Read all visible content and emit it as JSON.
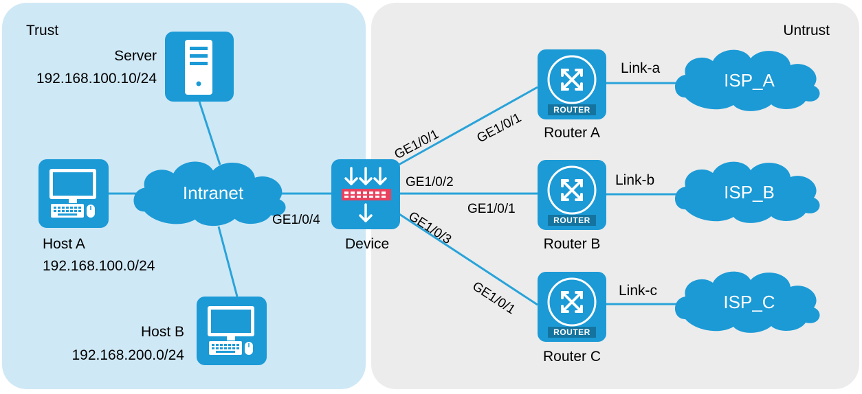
{
  "zones": {
    "trust": "Trust",
    "untrust": "Untrust"
  },
  "nodes": {
    "server": {
      "name": "Server",
      "address": "192.168.100.10/24",
      "icon": "server-icon"
    },
    "host_a": {
      "name": "Host A",
      "address": "192.168.100.0/24",
      "icon": "pc-icon"
    },
    "host_b": {
      "name": "Host B",
      "address": "192.168.200.0/24",
      "icon": "pc-icon"
    },
    "intranet": {
      "name": "Intranet",
      "icon": "cloud-icon"
    },
    "device": {
      "name": "Device",
      "icon": "firewall-icon"
    },
    "router_a": {
      "name": "Router A",
      "tag": "ROUTER",
      "icon": "router-icon"
    },
    "router_b": {
      "name": "Router B",
      "tag": "ROUTER",
      "icon": "router-icon"
    },
    "router_c": {
      "name": "Router C",
      "tag": "ROUTER",
      "icon": "router-icon"
    },
    "isp_a": {
      "name": "ISP_A",
      "icon": "cloud-icon"
    },
    "isp_b": {
      "name": "ISP_B",
      "icon": "cloud-icon"
    },
    "isp_c": {
      "name": "ISP_C",
      "icon": "cloud-icon"
    }
  },
  "links": {
    "device_intranet": "GE1/0/4",
    "device_ra": "GE1/0/1",
    "ra_device": "GE1/0/1",
    "device_rb": "GE1/0/2",
    "rb_device": "GE1/0/1",
    "device_rc": "GE1/0/3",
    "rc_device": "GE1/0/1",
    "link_a": "Link-a",
    "link_b": "Link-b",
    "link_c": "Link-c"
  },
  "colors": {
    "trust_zone": "#cfe8f5",
    "untrust_zone": "#ececec",
    "accent": "#1b9ad6",
    "line": "#29a3d9",
    "firewall_bar": "#e8425f"
  }
}
